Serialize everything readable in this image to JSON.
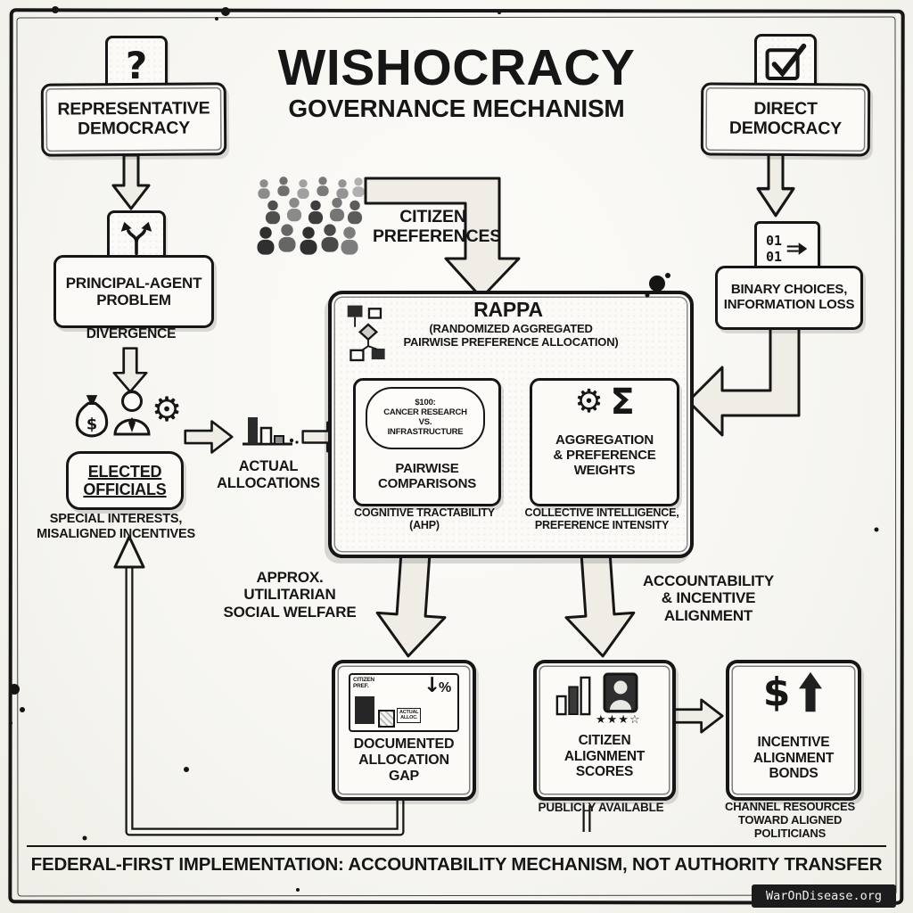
{
  "header": {
    "title": "WISHOCRACY",
    "subtitle": "GOVERNANCE MECHANISM"
  },
  "left": {
    "question_mark": "?",
    "rep_democracy": "REPRESENTATIVE\nDEMOCRACY",
    "principal_agent": "PRINCIPAL-AGENT\nPROBLEM",
    "divergence": "DIVERGENCE",
    "money_dollar": "$",
    "gear_icon": "⚙",
    "elected_officials": "ELECTED\nOFFICIALS",
    "special_interests": "SPECIAL INTERESTS,\nMISALIGNED INCENTIVES",
    "actual_allocations": "ACTUAL\nALLOCATIONS"
  },
  "citizen": {
    "label": "CITIZEN\nPREFERENCES"
  },
  "rappa": {
    "title": "RAPPA",
    "subtitle": "(RANDOMIZED AGGREGATED\nPAIRWISE PREFERENCE ALLOCATION)",
    "pairwise_bubble": "$100:\nCANCER RESEARCH\nVS.\nINFRASTRUCTURE",
    "pairwise_label": "PAIRWISE\nCOMPARISONS",
    "pairwise_caption": "COGNITIVE TRACTABILITY\n(AHP)",
    "gear_icon": "⚙",
    "sigma_icon": "Σ",
    "aggregation_label": "AGGREGATION\n& PREFERENCE\nWEIGHTS",
    "aggregation_caption": "COLLECTIVE INTELLIGENCE,\nPREFERENCE INTENSITY"
  },
  "right": {
    "direct_democracy": "DIRECT\nDEMOCRACY",
    "binary_digits": "01\n01",
    "binary_choices": "BINARY CHOICES,\nINFORMATION LOSS"
  },
  "outputs": {
    "social_welfare": "APPROX.\nUTILITARIAN\nSOCIAL WELFARE",
    "accountability": "ACCOUNTABILITY\n& INCENTIVE\nALIGNMENT"
  },
  "gap": {
    "chart_citizen": "CITIZEN\nPREF.",
    "chart_actual": "ACTUAL\nALLOC.",
    "down_arrow": "↓",
    "percent": "%",
    "label": "DOCUMENTED\nALLOCATION\nGAP"
  },
  "scores": {
    "stars": "★★★☆",
    "label": "CITIZEN\nALIGNMENT\nSCORES",
    "caption": "PUBLICLY AVAILABLE"
  },
  "bonds": {
    "dollar": "$",
    "label": "INCENTIVE\nALIGNMENT\nBONDS",
    "caption": "CHANNEL RESOURCES\nTOWARD ALIGNED\nPOLITICIANS"
  },
  "footer": {
    "banner": "FEDERAL-FIRST IMPLEMENTATION: ACCOUNTABILITY MECHANISM, NOT AUTHORITY TRANSFER",
    "watermark": "WarOnDisease.org"
  },
  "colors": {
    "ink": "#161616",
    "paper": "#f6f5f0",
    "arrow_fill": "#efede5",
    "badge_bg": "#1c1c1c",
    "badge_text": "#f1f0ec"
  }
}
